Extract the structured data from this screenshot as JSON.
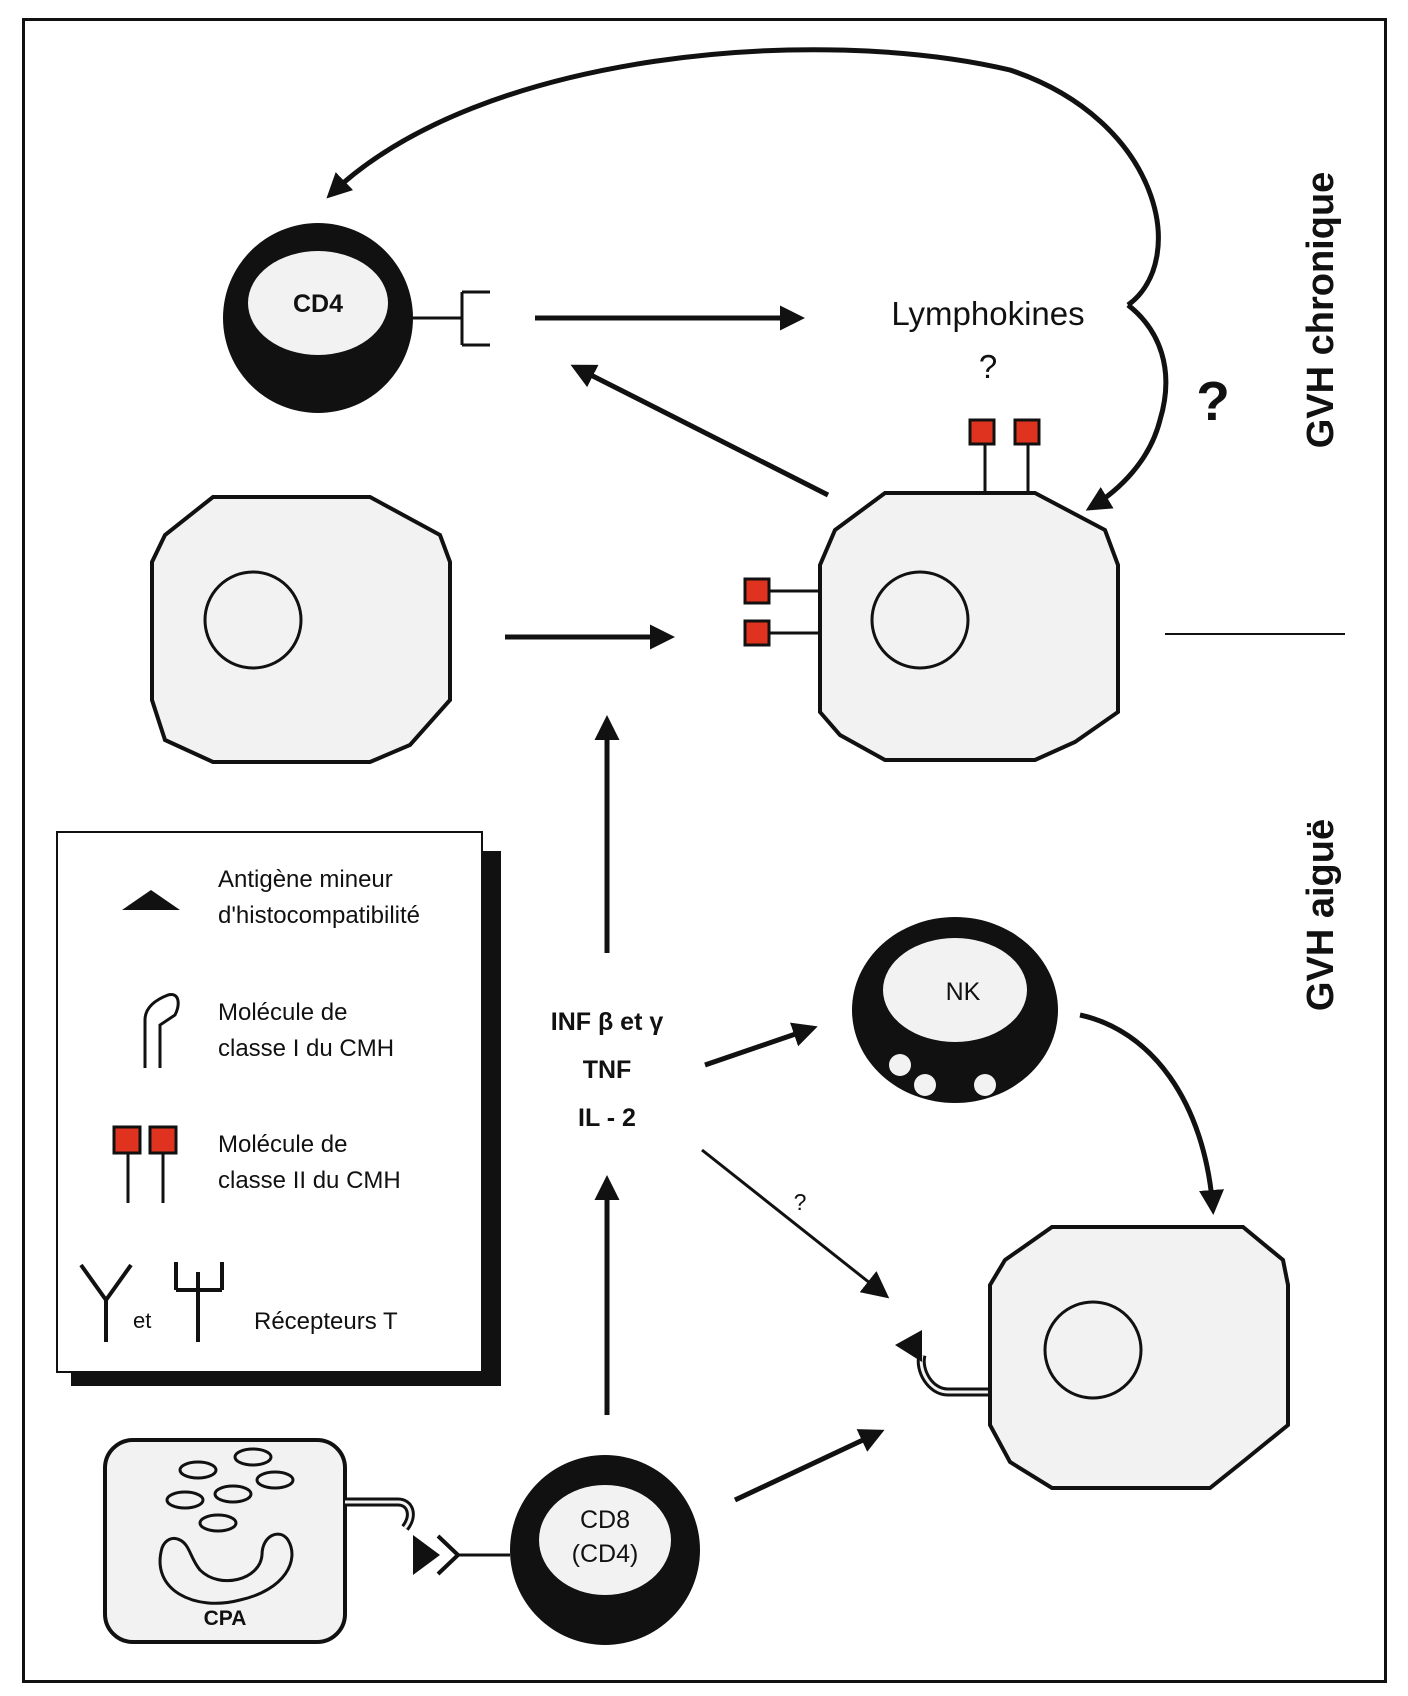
{
  "labels": {
    "cd4": "CD4",
    "lymphokines": "Lymphokines",
    "lymph_q": "?",
    "big_q": "?",
    "side_top": "GVH chronique",
    "side_bottom": "GVH aiguë",
    "cytokine_1": "INF β et γ",
    "cytokine_2": "TNF",
    "cytokine_3": "IL - 2",
    "nk": "NK",
    "small_q": "?",
    "cd8": "CD8",
    "cd8_sub": "(CD4)",
    "cpa": "CPA"
  },
  "legend": {
    "item1_line1": "Antigène mineur",
    "item1_line2": "d'histocompatibilité",
    "item2_line1": "Molécule de",
    "item2_line2": "classe I du CMH",
    "item3_line1": "Molécule de",
    "item3_line2": "classe II du CMH",
    "item4_et": "et",
    "item4_label": "Récepteurs T"
  },
  "colors": {
    "class2_marker": "#e0331f",
    "cell_fill": "#f2f2f2",
    "ink": "#111111"
  }
}
